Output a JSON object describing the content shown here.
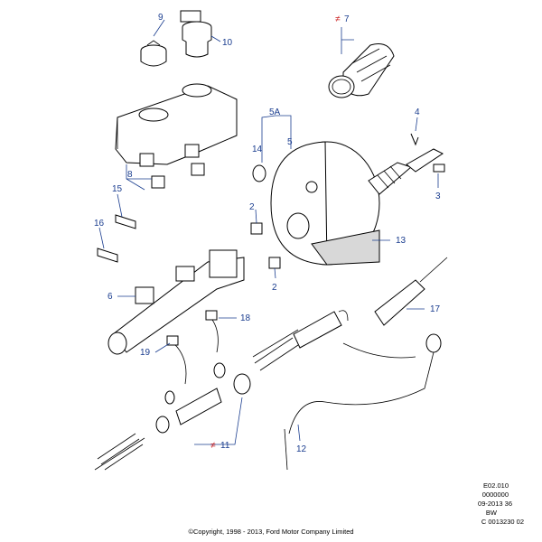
{
  "callouts": {
    "c9": "9",
    "c10": "10",
    "c7": "7",
    "c7_flag": "≠",
    "c4": "4",
    "c5a": "5A",
    "c14": "14",
    "c5": "5",
    "c3": "3",
    "c8": "8",
    "c15": "15",
    "c2a": "2",
    "c16": "16",
    "c13": "13",
    "c2b": "2",
    "c6": "6",
    "c17": "17",
    "c18": "18",
    "c19": "19",
    "c11": "11",
    "c11_flag": "≠",
    "c12": "12"
  },
  "reference_block": {
    "line1": "E02.010",
    "line2": "0000000",
    "line3": "09-2013 36",
    "line4": "BW",
    "line5": "C 0013230 02"
  },
  "copyright": "©Copyright, 1998 - 2013, Ford Motor Company Limited",
  "colors": {
    "callout": "#1a3d8f",
    "flag": "#cc2222",
    "ink": "#000000"
  }
}
